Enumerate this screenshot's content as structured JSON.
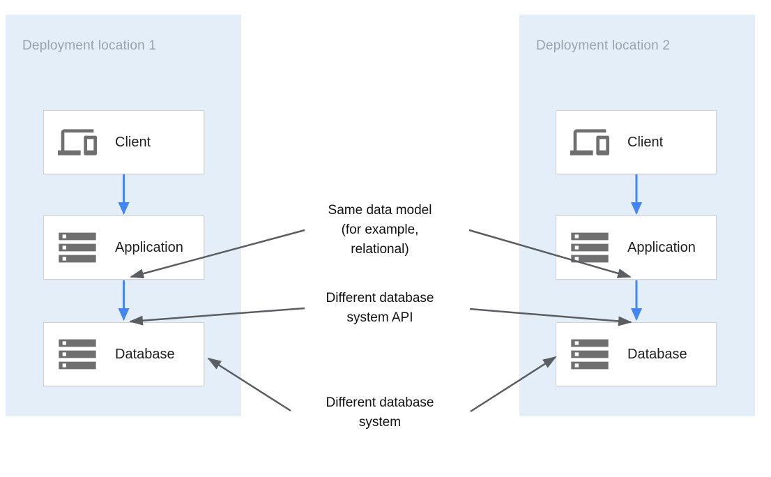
{
  "colors": {
    "zone_fill": "#e4eef9",
    "zone_title_gray": "#9aa2ab",
    "box_fill": "#ffffff",
    "box_border": "#d2d2d2",
    "icon_gray": "#6f6f6f",
    "label_dark": "#1d1d1d",
    "flow_arrow_blue": "#4285f4",
    "annotation_arrow_gray": "#5a5e63",
    "annotation_text": "#111111"
  },
  "deployments": [
    {
      "title": "Deployment location 1",
      "nodes": [
        {
          "label": "Client",
          "icon": "devices-icon"
        },
        {
          "label": "Application",
          "icon": "storage-icon"
        },
        {
          "label": "Database",
          "icon": "storage-icon"
        }
      ]
    },
    {
      "title": "Deployment location 2",
      "nodes": [
        {
          "label": "Client",
          "icon": "devices-icon"
        },
        {
          "label": "Application",
          "icon": "storage-icon"
        },
        {
          "label": "Database",
          "icon": "storage-icon"
        }
      ]
    }
  ],
  "annotations": [
    {
      "lines": [
        "Same data model",
        "(for example,",
        "relational)"
      ]
    },
    {
      "lines": [
        "Different database",
        "system API"
      ]
    },
    {
      "lines": [
        "Different database",
        "system"
      ]
    }
  ]
}
